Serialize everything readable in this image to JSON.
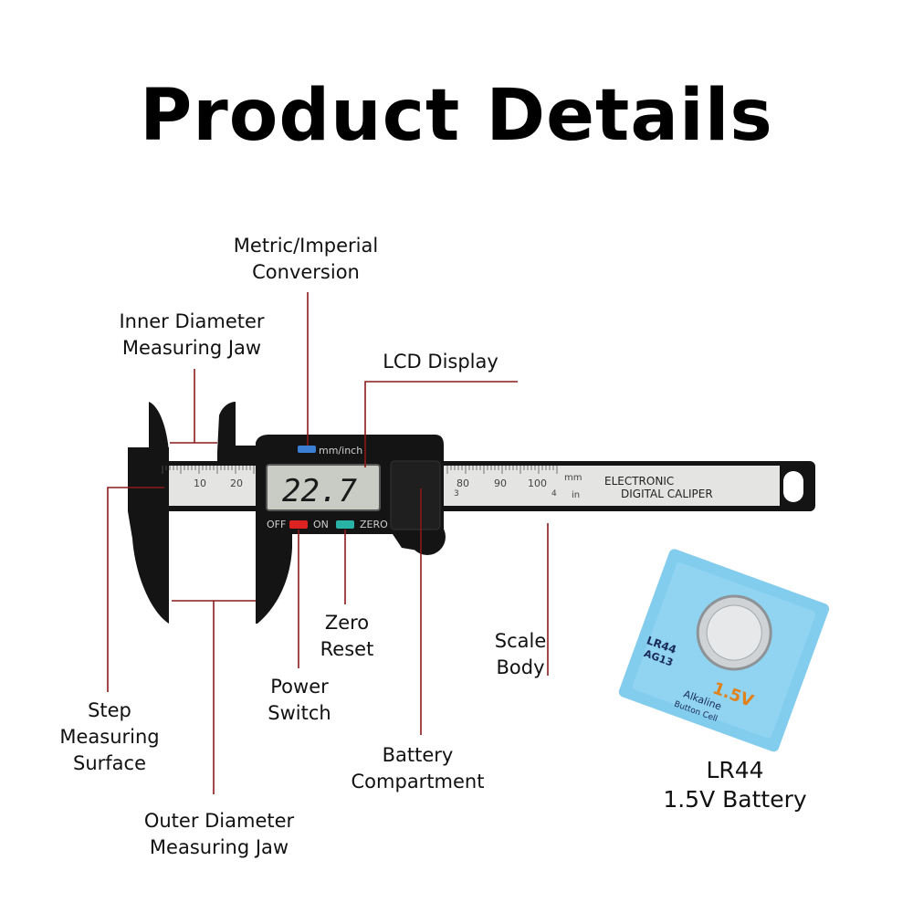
{
  "title": "Product Details",
  "callouts": {
    "metric_imperial": [
      "Metric/Imperial",
      "Conversion"
    ],
    "inner_jaw": [
      "Inner Diameter",
      "Measuring Jaw"
    ],
    "lcd_display": [
      "LCD Display"
    ],
    "zero_reset": [
      "Zero",
      "Reset"
    ],
    "scale_body": [
      "Scale",
      "Body"
    ],
    "power_switch": [
      "Power",
      "Switch"
    ],
    "step_surface": [
      "Step",
      "Measuring",
      "Surface"
    ],
    "battery_compartment": [
      "Battery",
      "Compartment"
    ],
    "outer_jaw": [
      "Outer Diameter",
      "Measuring Jaw"
    ]
  },
  "caliper": {
    "lcd_reading": "22.7",
    "unit_button": "mm/inch",
    "off": "OFF",
    "on": "ON",
    "zero": "ZERO",
    "brand_line1": "ELECTRONIC",
    "brand_line2": "DIGITAL CALIPER",
    "scale_mm_unit": "mm",
    "scale_in_unit": "in",
    "scale_left_numbers": [
      "10",
      "20"
    ],
    "scale_right_numbers": [
      "80",
      "90",
      "100"
    ],
    "inch_marks": [
      "3",
      "4"
    ]
  },
  "battery": {
    "model": "LR44",
    "alt_model": "AG13",
    "voltage": "1.5V",
    "type_line1": "Alkaline",
    "type_line2": "Button Cell",
    "caption_line1": "LR44",
    "caption_line2": "1.5V Battery"
  },
  "colors": {
    "leader_line": "#8b1a1a",
    "caliper_body": "#141414",
    "power_button": "#d22",
    "zero_button": "#29b3a6",
    "unit_button": "#3b7fd4",
    "lcd_background": "#c9ccc4",
    "battery_pack": "#6cc3ea"
  }
}
